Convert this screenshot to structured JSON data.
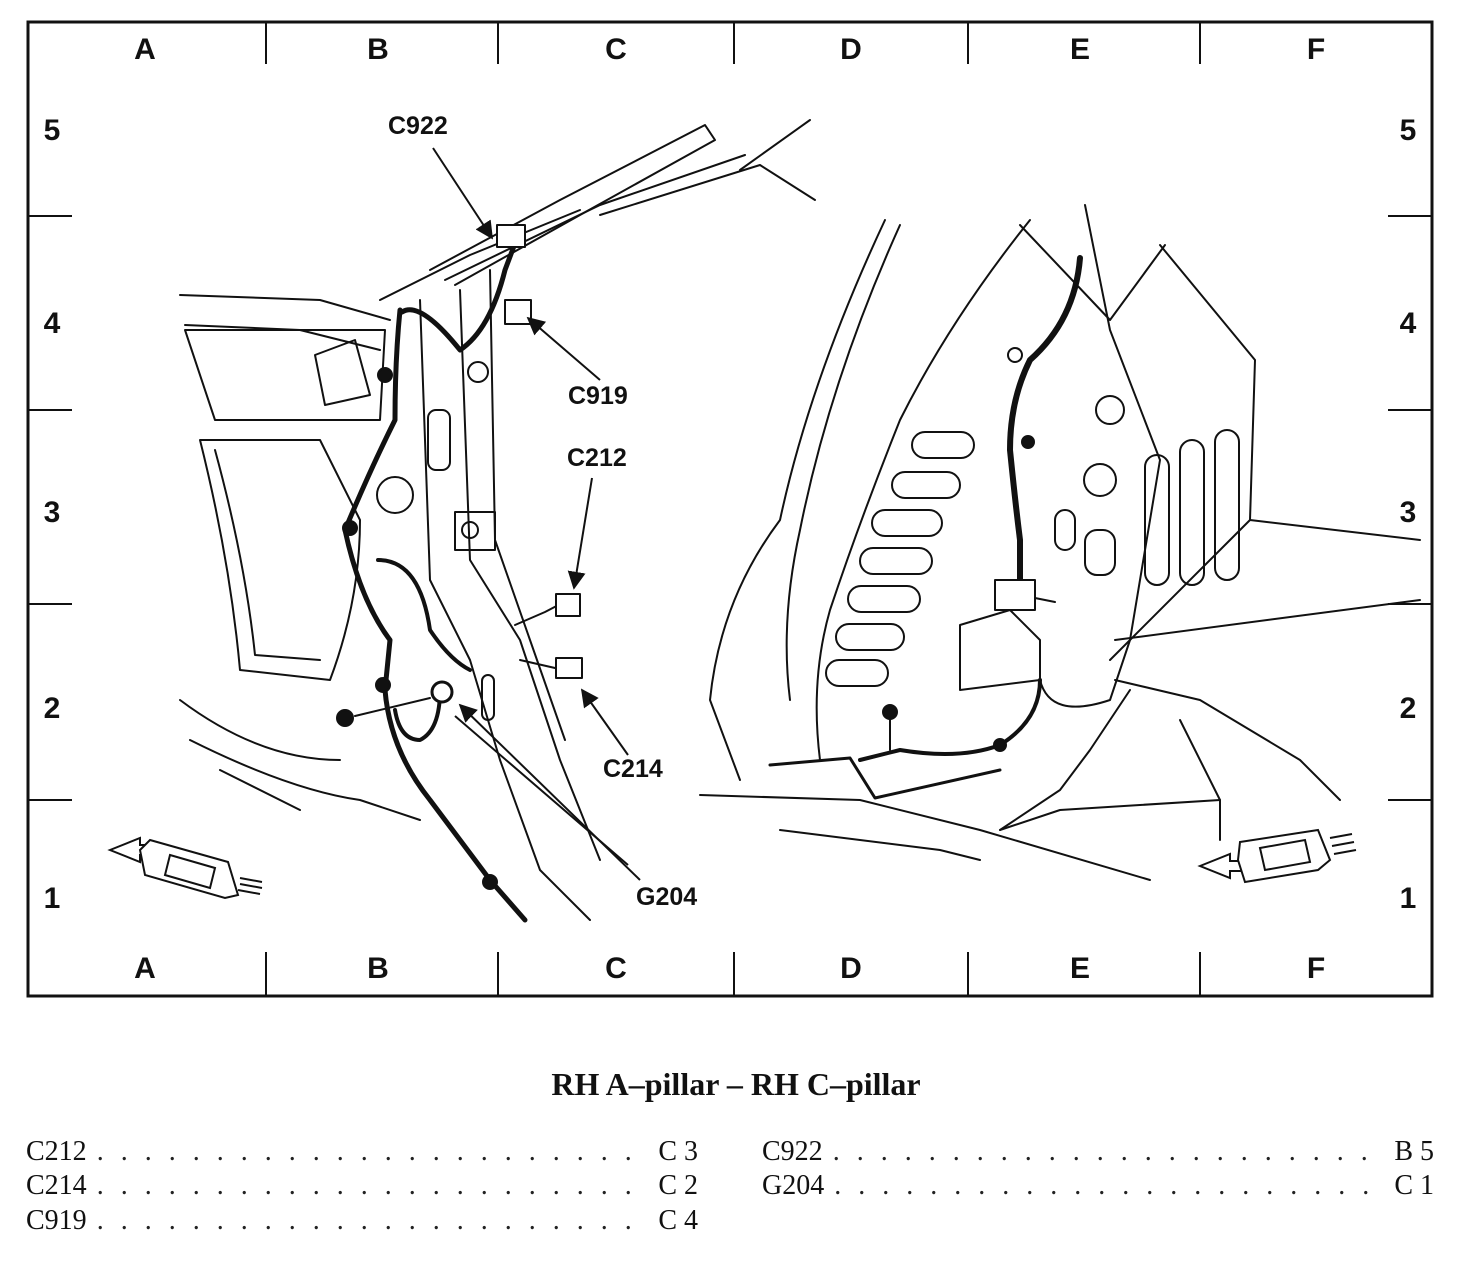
{
  "grid": {
    "columns": [
      "A",
      "B",
      "C",
      "D",
      "E",
      "F"
    ],
    "rows": [
      "5",
      "4",
      "3",
      "2",
      "1"
    ]
  },
  "callouts": {
    "c922": "C922",
    "c919": "C919",
    "c212": "C212",
    "c214": "C214",
    "g204": "G204"
  },
  "caption": "RH A–pillar – RH C–pillar",
  "index": [
    {
      "code": "C212",
      "location": "C 3"
    },
    {
      "code": "C214",
      "location": "C 2"
    },
    {
      "code": "C919",
      "location": "C 4"
    },
    {
      "code": "C922",
      "location": "B 5"
    },
    {
      "code": "G204",
      "location": "C 1"
    }
  ],
  "colors": {
    "ink": "#111111",
    "paper": "#ffffff"
  }
}
